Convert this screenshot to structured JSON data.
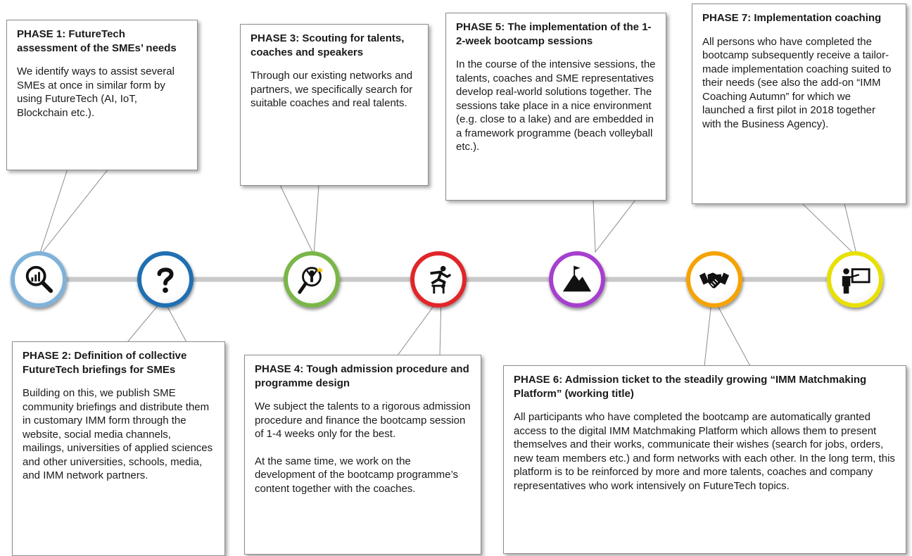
{
  "phases": [
    {
      "title": "PHASE 1: FutureTech assessment of the SMEs’ needs",
      "body": [
        "We identify ways to assist several SMEs at once in similar form by using FutureTech (AI, IoT, Blockchain etc.)."
      ],
      "icon": "magnifier-chart-icon",
      "color": "#7fb2d9"
    },
    {
      "title": "PHASE 2: Definition of collective FutureTech briefings for SMEs",
      "body": [
        "Building on this, we publish SME community briefings and distribute them in customary IMM form through the website, social media channels, mailings, universities of applied sciences and other universities, schools, media, and IMM network partners."
      ],
      "icon": "question-mark-icon",
      "color": "#1f6fb2"
    },
    {
      "title": "PHASE 3: Scouting for talents, coaches and speakers",
      "body": [
        "Through our existing networks and partners, we specifically search for suitable coaches and real talents."
      ],
      "icon": "talent-search-icon",
      "color": "#7ab648"
    },
    {
      "title": "PHASE 4: Tough admission procedure and programme design",
      "body": [
        "We subject the talents to a rigorous admission procedure and finance the bootcamp session of 1-4 weeks only for the best.",
        "At the same time, we work on the development of the bootcamp programme’s content together with the coaches."
      ],
      "icon": "hurdle-runner-icon",
      "color": "#e0262a"
    },
    {
      "title": "PHASE 5: The implementation of the 1-2-week bootcamp sessions",
      "body": [
        "In the course of the intensive sessions, the talents, coaches and SME representatives develop real-world solutions together. The sessions take place in a nice environment (e.g. close to a lake) and are embedded in a framework programme (beach volleyball etc.)."
      ],
      "icon": "mountain-flag-icon",
      "color": "#a63fcf"
    },
    {
      "title": "PHASE 6: Admission ticket to the steadily growing “IMM Matchmaking Platform” (working title)",
      "body": [
        "All participants who have completed the bootcamp are automatically granted access to the digital IMM Matchmaking Platform which allows them to present themselves and their works, communicate their wishes (search for jobs, orders, new team members etc.) and form networks with each other. In the long term, this platform is to be reinforced by more and more talents, coaches and company representatives who work intensively on FutureTech topics."
      ],
      "icon": "handshake-icon",
      "color": "#f5a300"
    },
    {
      "title": "PHASE 7: Implementation coaching",
      "body": [
        "All persons who have completed the bootcamp subsequently receive a tailor-made implementation coaching suited to their needs (see also the add-on “IMM Coaching Autumn” for which we launched a first pilot in 2018 together with the Business Agency)."
      ],
      "icon": "presenter-board-icon",
      "color": "#e8e000"
    }
  ],
  "timeline_color": "#c8c8c8"
}
